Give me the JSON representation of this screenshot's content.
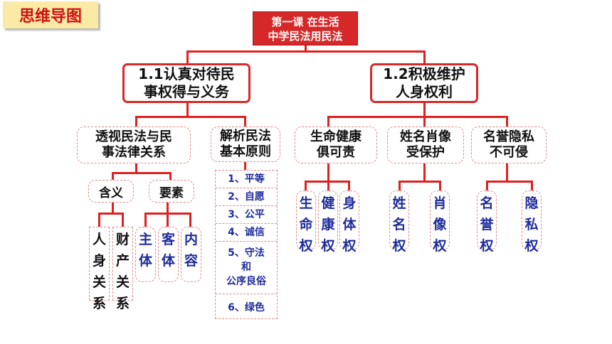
{
  "tag": "思维导图",
  "root": {
    "line1": "第一课 在生活",
    "line2": "中学民法用民法"
  },
  "branch_left": {
    "line1": "1.1认真对待民",
    "line2": "事权得与义务",
    "children": [
      {
        "line1": "透视民法与民",
        "line2": "事法律关系"
      },
      {
        "line1": "解析民法",
        "line2": "基本原则"
      }
    ],
    "meaning": {
      "label": "含义",
      "items": [
        "人身关系",
        "财产关系"
      ]
    },
    "elements": {
      "label": "要素",
      "items": [
        "主体",
        "客体",
        "内容"
      ]
    },
    "principles": [
      "1、平等",
      "2、自愿",
      "3、公平",
      "4、诚信",
      "5、守法",
      "和",
      "公序良俗",
      "6、绿色"
    ]
  },
  "branch_right": {
    "line1": "1.2积极维护",
    "line2": "人身权利",
    "children": [
      {
        "line1": "生命健康",
        "line2": "俱可责",
        "items": [
          "生命权",
          "健康权",
          "身体权"
        ]
      },
      {
        "line1": "姓名肖像",
        "line2": "受保护",
        "items": [
          "姓名权",
          "肖像权"
        ]
      },
      {
        "line1": "名誉隐私",
        "line2": "不可侵",
        "items": [
          "名誉权",
          "隐私权"
        ]
      }
    ]
  }
}
